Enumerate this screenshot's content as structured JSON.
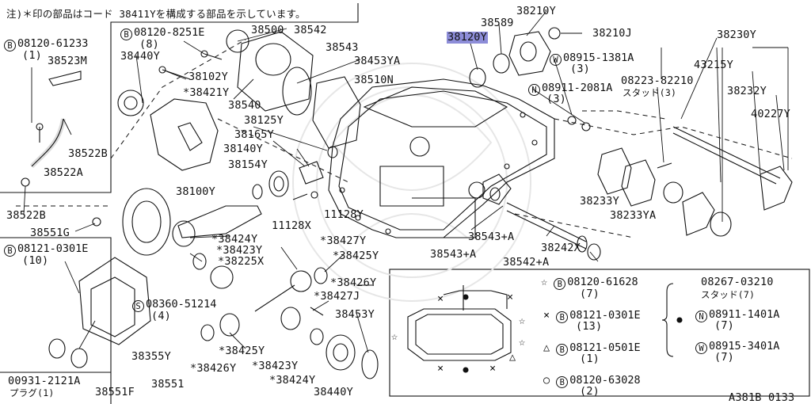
{
  "header": {
    "note": "注)＊印の部品はコード 38411Yを構成する部品を示しています。"
  },
  "diagram_code": "A381B 0133",
  "highlighted_part": "38120Y",
  "parts": {
    "p38500": "38500",
    "p38542_top": "38542",
    "p38543_top": "38543",
    "p38453YA": "38453YA",
    "p38510N": "38510N",
    "p38540": "38540",
    "p38440Y_top": "38440Y",
    "p38102Y": "38102Y",
    "p38421Y": "*38421Y",
    "p38523M": "38523M",
    "p38522B_a": "38522B",
    "p38522A": "38522A",
    "p38522B_b": "38522B",
    "p38551G": "38551G",
    "p38125Y": "38125Y",
    "p38165Y": "38165Y",
    "p38140Y": "38140Y",
    "p38154Y": "38154Y",
    "p38100Y": "38100Y",
    "p11128Y": "11128Y",
    "p11128X": "11128X",
    "p38424Y_a": "*38424Y",
    "p38423Y_a": "*38423Y",
    "p38225X": "*38225X",
    "p38427Y": "*38427Y",
    "p38425Y_a": "*38425Y",
    "p38426Y_a": "*38426Y",
    "p38427J": "*38427J",
    "p38453Y": "38453Y",
    "p38425Y_b": "*38425Y",
    "p38426Y_b": "*38426Y",
    "p38423Y_b": "*38423Y",
    "p38424Y_b": "*38424Y",
    "p38440Y_bot": "38440Y",
    "p38355Y": "38355Y",
    "p38551": "38551",
    "p38551F": "38551F",
    "p00931": "00931-2121A",
    "p00931_sub": "プラグ(1)",
    "p38589": "38589",
    "p38120Y": "38120Y",
    "p38210Y": "38210Y",
    "p38210J": "38210J",
    "p38230Y": "38230Y",
    "p43215Y": "43215Y",
    "p38232Y": "38232Y",
    "p40227Y": "40227Y",
    "p38223": "08223-82210",
    "p38223_sub": "スタッド(3)",
    "p38233Y": "38233Y",
    "p38233YA": "38233YA",
    "p38543A_a": "38543+A",
    "p38242X": "38242X",
    "p38543A_b": "38543+A",
    "p38542A": "38542+A"
  },
  "coded_parts": {
    "b08120_61233": {
      "code": "08120-61233",
      "qty": "(1)",
      "mark": "B"
    },
    "b08120_8251E": {
      "code": "08120-8251E",
      "qty": "(8)",
      "mark": "B"
    },
    "b08121_0301E": {
      "code": "08121-0301E",
      "qty": "(10)",
      "mark": "B"
    },
    "s08360": {
      "code": "08360-51214",
      "qty": "(4)",
      "mark": "S"
    },
    "w08915_1381A": {
      "code": "08915-1381A",
      "qty": "(3)",
      "mark": "W"
    },
    "n08911_2081A": {
      "code": "08911-2081A",
      "qty": "(3)",
      "mark": "N"
    }
  },
  "legend": {
    "star": {
      "symbol": "☆",
      "mark": "B",
      "code": "08120-61628",
      "qty": "(7)"
    },
    "cross": {
      "symbol": "×",
      "mark": "B",
      "code": "08121-0301E",
      "qty": "(13)"
    },
    "triangle": {
      "symbol": "△",
      "mark": "B",
      "code": "08121-0501E",
      "qty": "(1)"
    },
    "circle": {
      "symbol": "○",
      "mark": "B",
      "code": "08120-63028",
      "qty": "(2)"
    },
    "stud": {
      "code": "08267-03210",
      "sub": "スタッド(7)"
    },
    "nut": {
      "mark": "N",
      "code": "08911-1401A",
      "qty": "(7)"
    },
    "washer": {
      "mark": "W",
      "code": "08915-3401A",
      "qty": "(7)"
    }
  }
}
